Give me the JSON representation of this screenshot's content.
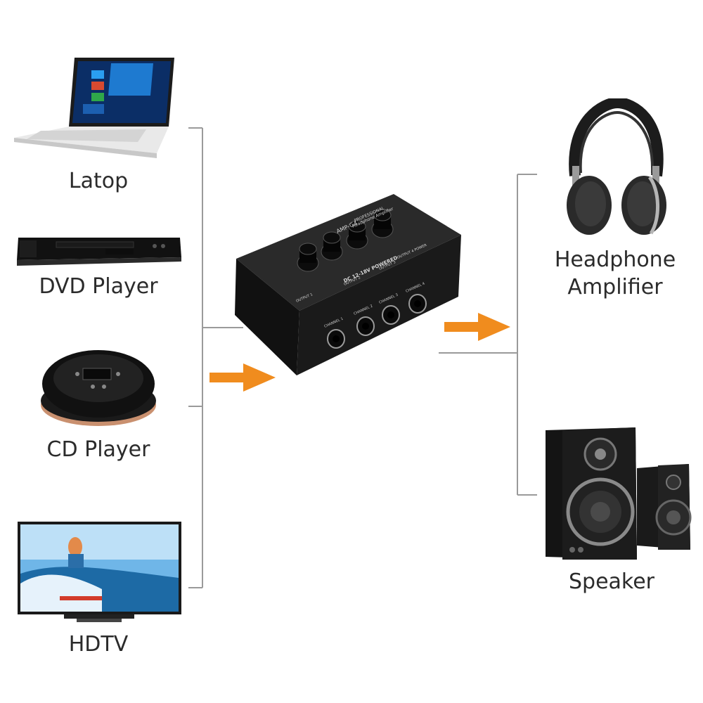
{
  "sources": [
    {
      "id": "laptop",
      "label": "Latop"
    },
    {
      "id": "dvd",
      "label": "DVD Player"
    },
    {
      "id": "cd",
      "label": "CD Player"
    },
    {
      "id": "hdtv",
      "label": "HDTV"
    }
  ],
  "outputs": [
    {
      "id": "headphone",
      "label_line1": "Headphone",
      "label_line2": "Amplifier"
    },
    {
      "id": "speaker",
      "label": "Speaker"
    }
  ],
  "device": {
    "model": "AMP-G4",
    "title_line1": "PROFESSIONAL",
    "title_line2": "Headphone Amplifier",
    "power_label": "DC 12-18V POWERED",
    "output_labels": [
      "OUTPUT 1",
      "OUTPUT 2",
      "OUTPUT 3",
      "OUTPUT 4 POWER"
    ],
    "channel_labels": [
      "CHANNEL 1",
      "CHANNEL 2",
      "CHANNEL 3",
      "CHANNEL 4"
    ]
  },
  "colors": {
    "arrow": "#f08c1e",
    "bracket": "#9a9a9a",
    "device": "#1f1f1f"
  }
}
